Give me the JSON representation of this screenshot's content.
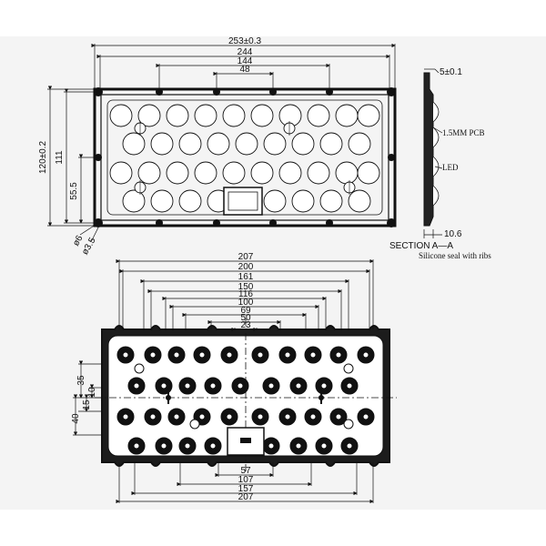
{
  "top_view": {
    "widths": [
      "253±0.3",
      "244",
      "144",
      "48"
    ],
    "heights": [
      "120±0.2",
      "111",
      "55.5"
    ],
    "holes": [
      "ø6",
      "ø3.5"
    ]
  },
  "section": {
    "thickness": "5±0.1",
    "pcb_note": "1.5MM PCB",
    "led_note": "LED",
    "base_dim": "10.6",
    "title": "SECTION A—A",
    "seal_note": "Silicone seal with ribs"
  },
  "bottom_view": {
    "top_widths": [
      "207",
      "200",
      "161",
      "150",
      "116",
      "100",
      "69",
      "50",
      "23"
    ],
    "bottom_widths": [
      "57",
      "107",
      "157",
      "207"
    ],
    "left_dims": [
      "35",
      "10",
      "15",
      "40"
    ]
  }
}
